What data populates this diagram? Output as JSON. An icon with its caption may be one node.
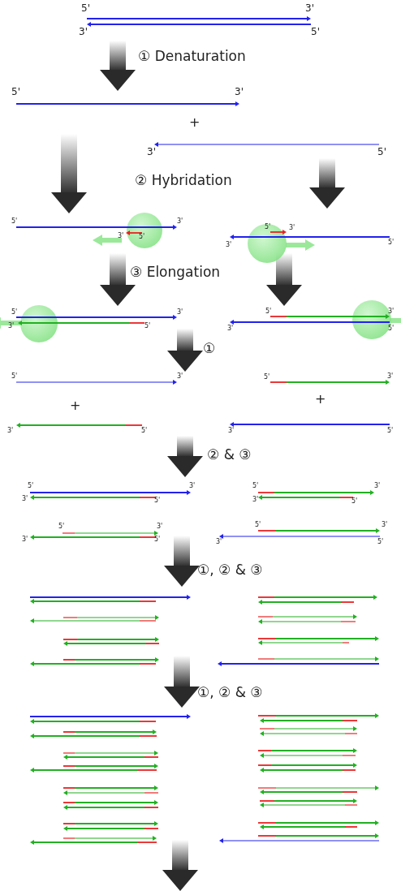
{
  "diagram": {
    "labels": [
      "5'",
      "3'",
      "3'",
      "5'",
      "① Denaturation",
      "5'",
      "3'",
      "+",
      "3'",
      "5'",
      "② Hybridation",
      "5'",
      "3'",
      "3'",
      "5'",
      "5'",
      "3'",
      "3'",
      "5'",
      "③ Elongation",
      "5'",
      "3'",
      "3'",
      "5'",
      "5'",
      "3'",
      "3'",
      "5'",
      "①",
      "5'",
      "3'",
      "5'",
      "3'",
      "+",
      "+",
      "3'",
      "5'",
      "3'",
      "5'",
      "② & ③",
      "5'",
      "3'",
      "3'",
      "5'",
      "5'",
      "3'",
      "3'",
      "5'",
      "5'",
      "3'",
      "3'",
      "5'",
      "5'",
      "3'",
      "3'",
      "5'",
      "①, ② & ③",
      "①, ② & ③"
    ]
  }
}
